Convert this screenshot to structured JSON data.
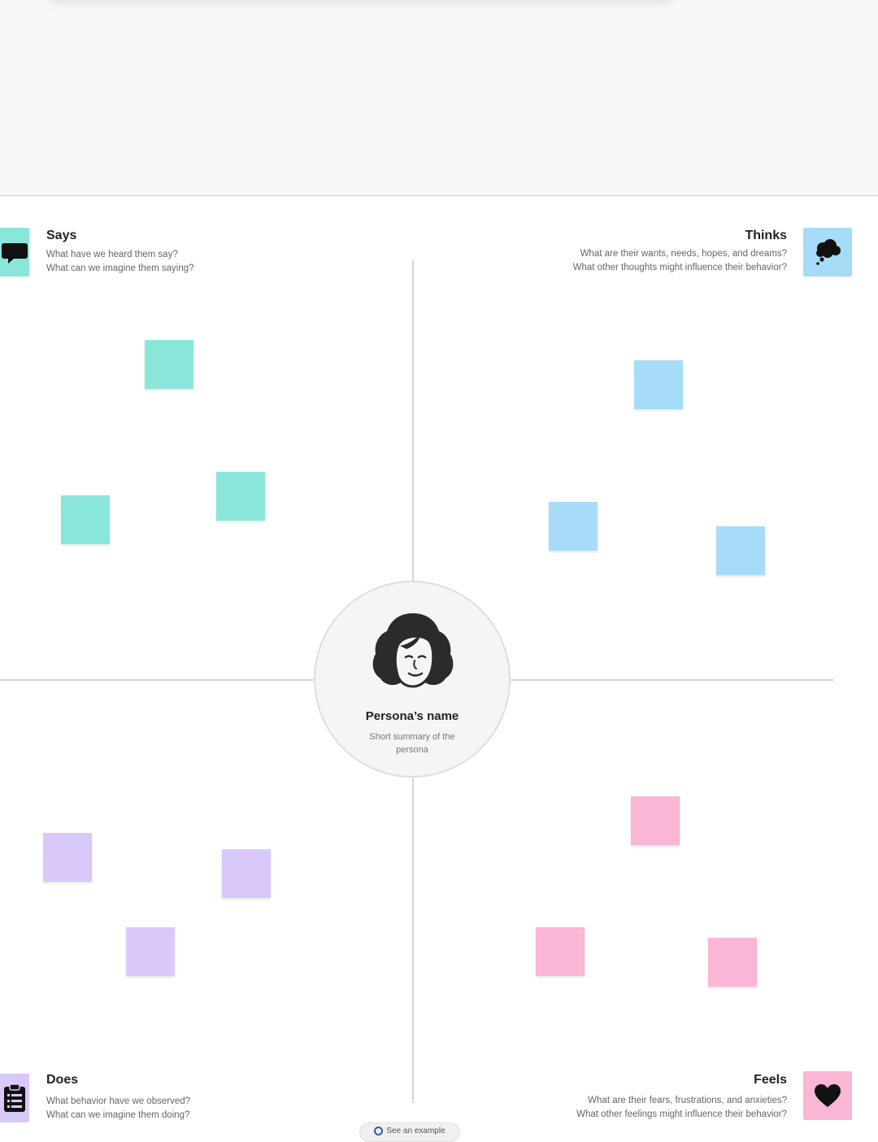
{
  "persona": {
    "name": "Persona’s name",
    "summary": "Short summary of the persona"
  },
  "quadrants": {
    "says": {
      "title": "Says",
      "line1": "What have we heard them say?",
      "line2": "What can we imagine them saying?",
      "color": "#8ae6d9",
      "icon": "speech-bubble-icon"
    },
    "thinks": {
      "title": "Thinks",
      "line1": "What are their wants, needs, hopes, and dreams?",
      "line2": "What other thoughts might influence their behavior?",
      "color": "#a6dcf8",
      "icon": "thought-cloud-icon"
    },
    "does": {
      "title": "Does",
      "line1": "What behavior have we observed?",
      "line2": "What can we imagine them doing?",
      "color": "#d9c9fb",
      "icon": "clipboard-icon"
    },
    "feels": {
      "title": "Feels",
      "line1": "What are their fears, frustrations, and anxieties?",
      "line2": "What other feelings might influence their behavior?",
      "color": "#f9b6d5",
      "icon": "heart-icon"
    }
  },
  "example_button": {
    "label": "See an example"
  }
}
